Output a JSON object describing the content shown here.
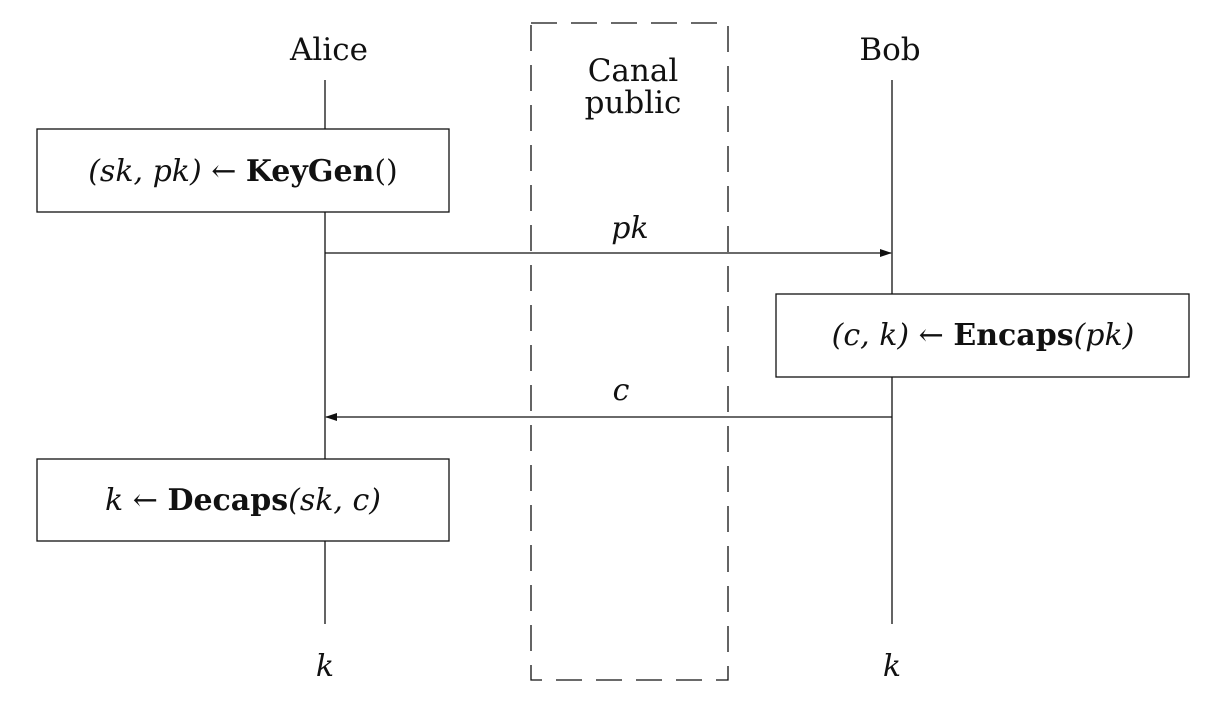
{
  "participants": {
    "alice": {
      "label": "Alice",
      "output": "k"
    },
    "bob": {
      "label": "Bob",
      "output": "k"
    }
  },
  "channel": {
    "line1": "Canal",
    "line2": "public"
  },
  "boxes": {
    "keygen": {
      "lhs": "(sk, pk)",
      "arrow": "←",
      "fn": "KeyGen",
      "args": "()"
    },
    "encaps": {
      "lhs": "(c, k)",
      "arrow": "←",
      "fn": "Encaps",
      "args": "(pk)"
    },
    "decaps": {
      "lhs": "k",
      "arrow": "←",
      "fn": "Decaps",
      "args": "(sk, c)"
    }
  },
  "messages": [
    {
      "label": "pk",
      "from": "Alice",
      "to": "Bob"
    },
    {
      "label": "c",
      "from": "Bob",
      "to": "Alice"
    }
  ]
}
